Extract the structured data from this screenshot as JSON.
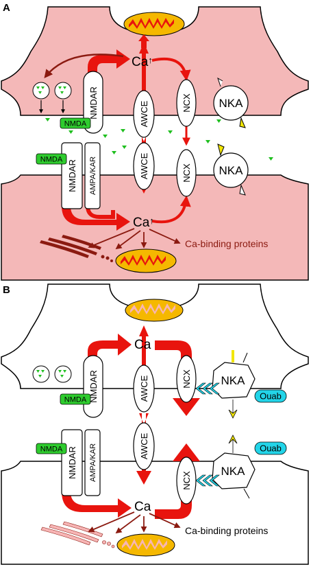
{
  "panel_a": {
    "letter": "A",
    "ca_pre": "Ca",
    "ca_post": "Ca",
    "ca_up_mark": "↑",
    "nmda_pre": "NMDA",
    "nmda_post": "NMDA",
    "nmdar_pre": "NMDAR",
    "nmdar_post": "NMDAR",
    "ampakar": "AMPA/KAR",
    "awce_pre": "AWCE",
    "awce_post": "AWCE",
    "ncx_pre": "NCX",
    "ncx_post": "NCX",
    "nka_pre": "NKA",
    "nka_post": "NKA",
    "ca_binding": "Ca-binding proteins"
  },
  "panel_b": {
    "letter": "B",
    "ca_pre": "Ca",
    "ca_post": "Ca",
    "nmda_pre": "NMDA",
    "nmda_post": "NMDA",
    "nmdar_pre": "NMDAR",
    "nmdar_post": "NMDAR",
    "ampakar": "AMPA/KAR",
    "awce_pre": "AWCE",
    "awce_post": "AWCE",
    "ncx_pre": "NCX",
    "ncx_post": "NCX",
    "nka_pre": "NKA",
    "nka_post": "NKA",
    "ouab_pre": "Ouab",
    "ouab_post": "Ouab",
    "ca_binding": "Ca-binding proteins"
  },
  "colors": {
    "cell_fill_a": "#f4b8b8",
    "arrow_red": "#e8140e",
    "dark_red": "#8b1a10",
    "nmda_green": "#2ecc2e",
    "glutamate_green": "#1fbf1f",
    "mito_yellow": "#f5b800",
    "mito_inner": "#e8140e",
    "mito_inner_b": "#f7b5b5",
    "nka_yellow": "#f2e600",
    "ouab_cyan": "#22d4e8"
  }
}
